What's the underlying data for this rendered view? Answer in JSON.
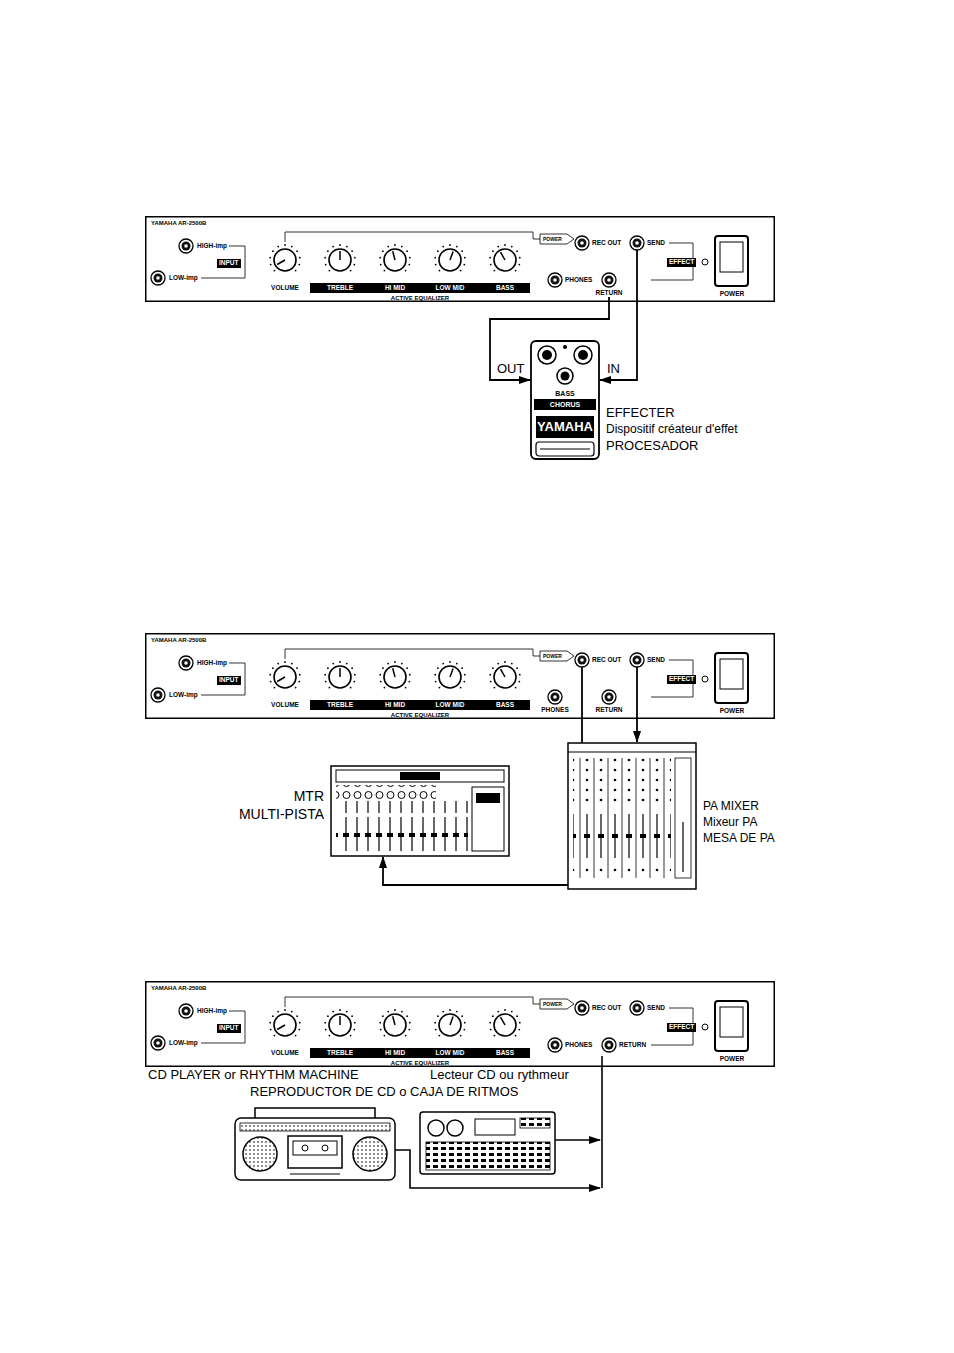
{
  "diagram": {
    "nodes": [
      {
        "text": [
          "YAMAHA AR-2500B"
        ]
      },
      {
        "text": [
          "SEND"
        ],
        "in": 0
      },
      {
        "text": [
          "RETURN"
        ],
        "in": 0
      },
      {
        "text": [
          "BASS",
          "CHORUS",
          "YAMAHA",
          "EFFECTER",
          "Dispositif créateur d'effet",
          "PROCESADOR"
        ]
      },
      {
        "text": [
          "YAMAHA AR-2500B"
        ]
      },
      {
        "text": [
          "REC OUT"
        ],
        "in": 4
      },
      {
        "text": [
          "SEND"
        ],
        "in": 4
      },
      {
        "text": [
          "MTR",
          "MULTI-PISTA"
        ]
      },
      {
        "text": [
          "PA MIXER",
          "Mixeur PA",
          "MESA DE PA"
        ]
      },
      {
        "text": [
          "YAMAHA AR-2500B"
        ]
      },
      {
        "text": [
          "RETURN"
        ],
        "in": 9
      }
    ],
    "edges": [
      {
        "from": 1,
        "to": 3,
        "arrow": "to",
        "label": "IN"
      },
      {
        "from": 2,
        "to": 3,
        "arrow": "to",
        "label": "OUT"
      },
      {
        "from": 5,
        "to": 7,
        "arrow": "to"
      },
      {
        "from": 6,
        "to": 8,
        "arrow": "to"
      }
    ],
    "labels": [
      "HIGH-imp",
      "INPUT",
      "LOW-imp",
      "VOLUME",
      "TREBLE",
      "HI MID",
      "LOW MID",
      "BASS",
      "ACTIVE EQUALIZER",
      "POWER",
      "REC OUT",
      "PHONES",
      "EFFECT",
      "POWER",
      "HIGH-imp",
      "INPUT",
      "LOW-imp",
      "VOLUME",
      "TREBLE",
      "HI MID",
      "LOW MID",
      "BASS",
      "ACTIVE EQUALIZER",
      "POWER",
      "PHONES",
      "RETURN",
      "EFFECT",
      "POWER",
      "HIGH-imp",
      "INPUT",
      "LOW-imp",
      "VOLUME",
      "TREBLE",
      "HI MID",
      "LOW MID",
      "BASS",
      "ACTIVE EQUALIZER",
      "POWER",
      "REC OUT",
      "SEND",
      "PHONES",
      "EFFECT",
      "POWER",
      "CD PLAYER or RHYTHM MACHINE",
      "Lecteur CD ou rythmeur",
      "REPRODUCTOR DE CD o CAJA DE RITMOS"
    ]
  }
}
